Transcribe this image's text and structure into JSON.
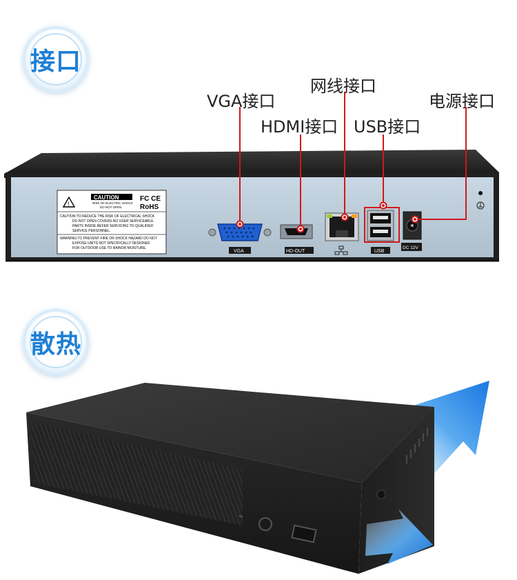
{
  "section1": {
    "title": "接口"
  },
  "section2": {
    "title": "散热"
  },
  "callouts": {
    "vga": "VGA接口",
    "hdmi": "HDMI接口",
    "lan": "网线接口",
    "usb": "USB接口",
    "power": "电源接口"
  },
  "panel": {
    "caution_title": "CAUTION",
    "caution_sub1": "RISK OF ELECTRIC SHOCK",
    "caution_sub2": "DO NOT OPEN",
    "cert1": "FC CE",
    "cert2": "RoHS",
    "warning_lines": [
      "CAUTION:TO REDUCE THE RISK OF ELECTRICAL SHOCK",
      "DO NOT OPEN COVERS.NO USER SERVICEABLE",
      "PARTS INSIDE.REFER SERVICING TO QUALIFIED",
      "SERVICE PERSONNEL.",
      "WARNING:TO PREVENT FIRE OR SHOCK HAZARD DO NOT",
      "EXPOSE UNITS NOT SPECIFICALLY DESIGNED",
      "FOR OUTDOOR USE TO RAINOR MOISTURE."
    ],
    "port_vga": "VGA",
    "port_hdmi": "HD-OUT",
    "port_usb": "USB",
    "port_power": "DC 12V"
  },
  "colors": {
    "accent": "#1e7fd6",
    "callout_line": "#d01818",
    "arrow_blue": "#2f8fe8"
  }
}
